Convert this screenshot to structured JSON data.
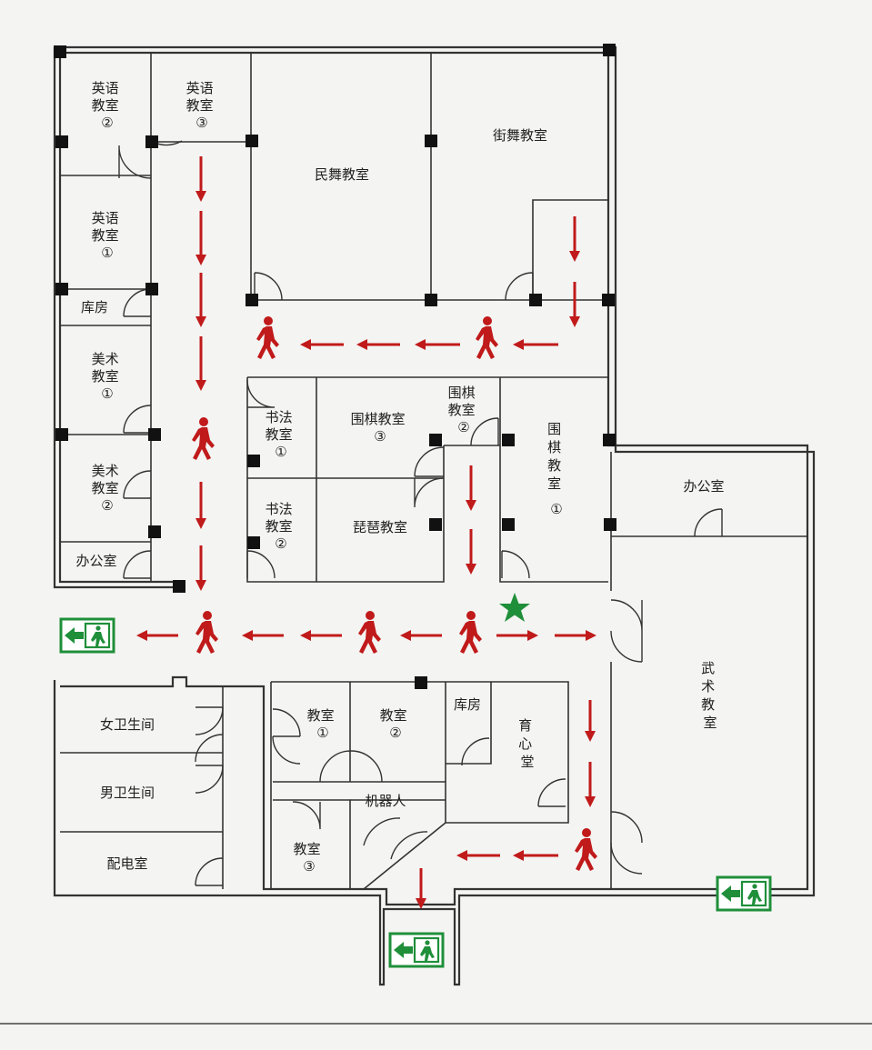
{
  "rooms": {
    "english_2": [
      "英语",
      "教室",
      "②"
    ],
    "english_3": [
      "英语",
      "教室",
      "③"
    ],
    "english_1": [
      "英语",
      "教室",
      "①"
    ],
    "storage_west": "库房",
    "art_1": [
      "美术",
      "教室",
      "①"
    ],
    "art_2": [
      "美术",
      "教室",
      "②"
    ],
    "office_west": "办公室",
    "folk_dance": "民舞教室",
    "street_dance": "街舞教室",
    "calligraphy_1": [
      "书法",
      "教室",
      "①"
    ],
    "go_3": [
      "围棋教室",
      "③"
    ],
    "go_2": [
      "围棋",
      "教室",
      "②"
    ],
    "go_1": [
      "围",
      "棋",
      "教",
      "室",
      "①"
    ],
    "calligraphy_2": [
      "书法",
      "教室",
      "②"
    ],
    "pipa": "琵琶教室",
    "office_east": "办公室",
    "wushu": [
      "武",
      "术",
      "教",
      "室"
    ],
    "women_wc": "女卫生间",
    "men_wc": "男卫生间",
    "power_room": "配电室",
    "classroom_1": [
      "教室",
      "①"
    ],
    "classroom_2": [
      "教室",
      "②"
    ],
    "storage_south": "库房",
    "heart_hall": [
      "育",
      "心",
      "堂"
    ],
    "robot": "机器人",
    "classroom_3": [
      "教室",
      "③"
    ]
  },
  "colors": {
    "arrow": "#c01a1a",
    "exit_sign": "#1f8f3a",
    "you_are_here": "#1f8f3a",
    "wall": "#333333"
  },
  "icons": {
    "exit": "emergency-exit-icon",
    "walker": "running-person-icon",
    "marker": "star-icon"
  }
}
